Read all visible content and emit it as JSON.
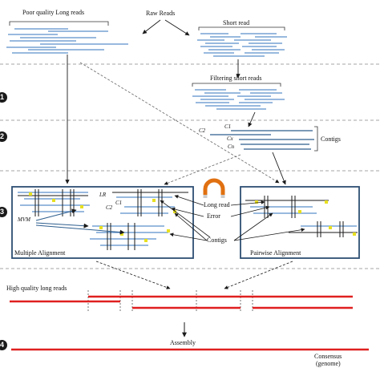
{
  "labels": {
    "poor_quality_long_reads": "Poor quality Long reads",
    "raw_reads": "Raw Reads",
    "short_read": "Short read",
    "filtering_short_reads": "Filtering short reads",
    "contigs_label": "Contigs",
    "c1": "C1",
    "c2": "C2",
    "cx": "Cx",
    "cn": "Cn",
    "mvm": "MVM",
    "lr": "LR",
    "long_read": "Long read",
    "error": "Error",
    "contigs_callout": "Contigs",
    "multiple_alignment": "Multiple Alignment",
    "pairwise_alignment": "Pairwise Alignment",
    "high_quality_long_reads": "High quality long reads",
    "assembly": "Assembly",
    "consensus": "Consensus",
    "genome": "(genome)"
  },
  "steps": [
    "1",
    "2",
    "3",
    "4"
  ],
  "colors": {
    "read_blue": "#5b8fc9",
    "dark_blue": "#2e5e8e",
    "box_border": "#2d4e72",
    "red": "#e02020",
    "yellow": "#e8e020",
    "arrow": "#1a1a1a",
    "dashed": "#888888",
    "magnet": "#e07010"
  }
}
